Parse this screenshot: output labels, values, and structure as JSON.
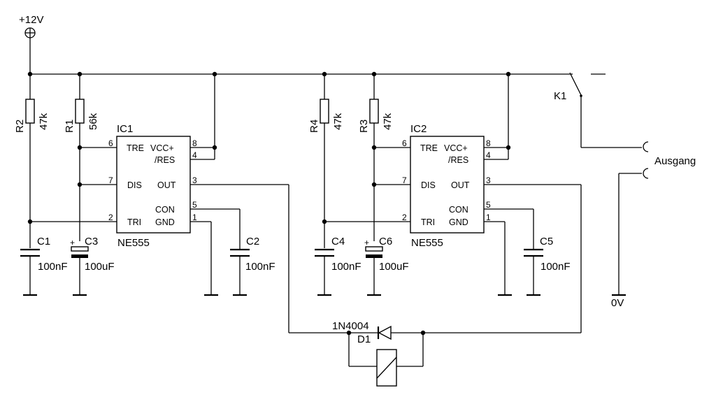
{
  "supply": {
    "label": "+12V"
  },
  "ground": {
    "label": "0V"
  },
  "output": {
    "label": "Ausgang"
  },
  "switch": {
    "ref": "K1"
  },
  "diode": {
    "ref": "D1",
    "value": "1N4004"
  },
  "ics": [
    {
      "ref": "IC1",
      "type": "NE555",
      "pins": {
        "tre": "TRE",
        "vcc": "VCC+",
        "res": "/RES",
        "dis": "DIS",
        "out": "OUT",
        "con": "CON",
        "tri": "TRI",
        "gnd": "GND"
      },
      "pin_numbers": {
        "p6": "6",
        "p8": "8",
        "p4": "4",
        "p7": "7",
        "p3": "3",
        "p5": "5",
        "p2": "2",
        "p1": "1"
      }
    },
    {
      "ref": "IC2",
      "type": "NE555",
      "pins": {
        "tre": "TRE",
        "vcc": "VCC+",
        "res": "/RES",
        "dis": "DIS",
        "out": "OUT",
        "con": "CON",
        "tri": "TRI",
        "gnd": "GND"
      },
      "pin_numbers": {
        "p6": "6",
        "p8": "8",
        "p4": "4",
        "p7": "7",
        "p3": "3",
        "p5": "5",
        "p2": "2",
        "p1": "1"
      }
    }
  ],
  "resistors": [
    {
      "ref": "R2",
      "value": "47k"
    },
    {
      "ref": "R1",
      "value": "56k"
    },
    {
      "ref": "R4",
      "value": "47k"
    },
    {
      "ref": "R3",
      "value": "47k"
    }
  ],
  "capacitors": [
    {
      "ref": "C1",
      "value": "100nF"
    },
    {
      "ref": "C3",
      "value": "100uF",
      "polarity": "+"
    },
    {
      "ref": "C2",
      "value": "100nF"
    },
    {
      "ref": "C4",
      "value": "100nF"
    },
    {
      "ref": "C6",
      "value": "100uF",
      "polarity": "+"
    },
    {
      "ref": "C5",
      "value": "100nF"
    }
  ]
}
